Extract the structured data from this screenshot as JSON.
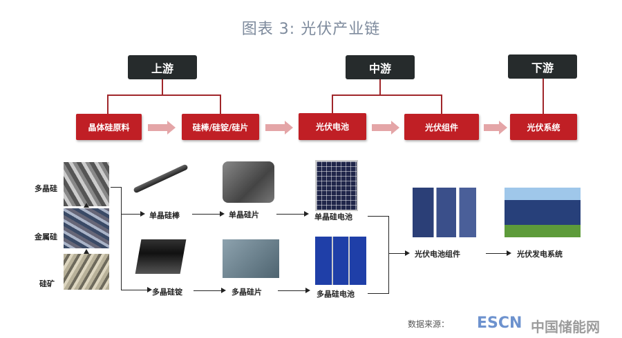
{
  "title": "图表 3:     光伏产业链",
  "stages": [
    {
      "label": "上游"
    },
    {
      "label": "中游"
    },
    {
      "label": "下游"
    }
  ],
  "steps": [
    {
      "label": "晶体硅原料"
    },
    {
      "label": "硅棒/硅锭/硅片"
    },
    {
      "label": "光伏电池"
    },
    {
      "label": "光伏组件"
    },
    {
      "label": "光伏系统"
    }
  ],
  "materials": {
    "polysilicon": "多晶硅",
    "metal_silicon": "金属硅",
    "silica_ore": "硅矿",
    "mono_rod": "单晶硅棒",
    "mono_wafer": "单晶硅片",
    "mono_cell": "单晶硅电池",
    "multi_ingot": "多晶硅锭",
    "multi_wafer": "多晶硅片",
    "multi_cell": "多晶硅电池",
    "module": "光伏电池组件",
    "system": "光伏发电系统"
  },
  "source": "数据来源：",
  "watermark": {
    "brand": "ESCN",
    "name": "中国储能网"
  },
  "colors": {
    "red": "#c01f25",
    "dark": "#262b2c",
    "arrow": "#e4a5a7"
  }
}
